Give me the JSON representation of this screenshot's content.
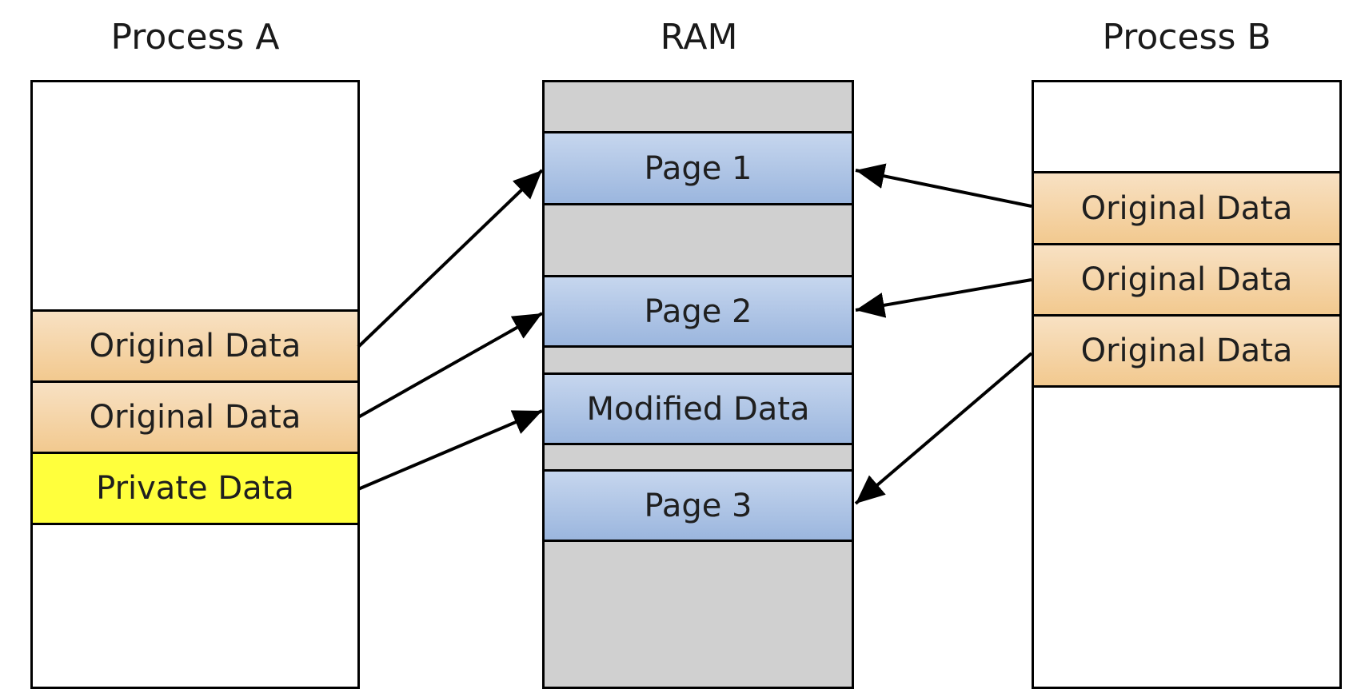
{
  "titles": {
    "process_a": "Process A",
    "ram": "RAM",
    "process_b": "Process B"
  },
  "process_a": {
    "segments": [
      "Original Data",
      "Original Data",
      "Private Data"
    ]
  },
  "ram": {
    "pages": [
      "Page 1",
      "Page 2",
      "Modified Data",
      "Page 3"
    ]
  },
  "process_b": {
    "segments": [
      "Original Data",
      "Original Data",
      "Original Data"
    ]
  },
  "colors": {
    "original_data": "#f2c98f",
    "private_data": "#ffff3c",
    "ram_page": "#9bb6de",
    "ram_background": "#d0d0d0"
  }
}
